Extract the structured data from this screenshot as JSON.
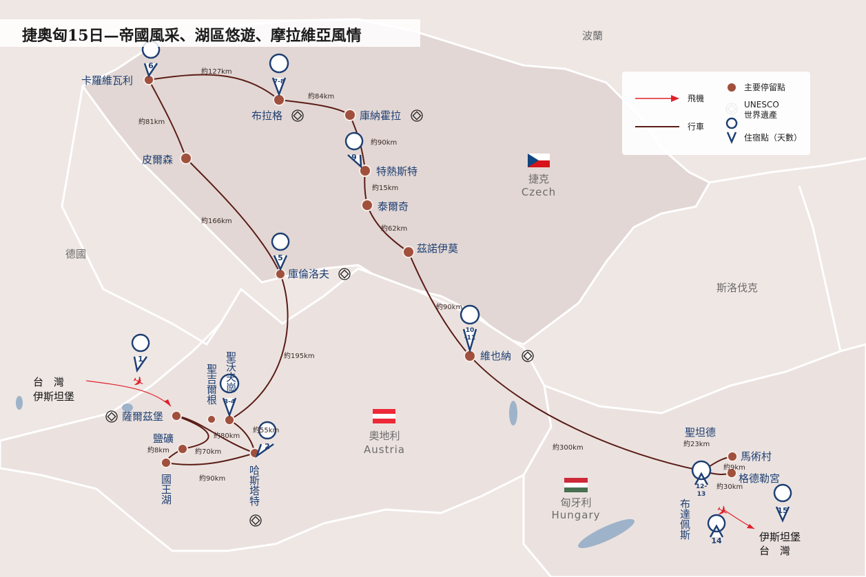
{
  "title": "捷奧匈15日—帝國風采、湖區悠遊、摩拉維亞風情",
  "countries": {
    "poland": "波蘭",
    "germany": "德國",
    "slovakia": "斯洛伐克",
    "czech_zh": "捷克",
    "czech_en": "Czech",
    "austria_zh": "奧地利",
    "austria_en": "Austria",
    "hungary_zh": "匈牙利",
    "hungary_en": "Hungary"
  },
  "cities": {
    "karlovy_vary": "卡羅維瓦利",
    "prague": "布拉格",
    "kutna_hora": "庫納霍拉",
    "plzen": "皮爾森",
    "telc": "特熱斯特",
    "trebic": "泰爾奇",
    "znojmo": "茲諾伊莫",
    "cesky_krumlov": "庫倫洛夫",
    "vienna": "維也納",
    "salzburg": "薩爾茲堡",
    "st_wolfgang": "聖沃夫崗",
    "st_gilgen": "聖吉爾根",
    "salt_mine": "鹽礦",
    "konigssee": "國王湖",
    "hallstatt": "哈斯塔特",
    "szentendre": "聖坦德",
    "horse_village": "馬術村",
    "godollo": "格德勒宮",
    "budapest": "布達佩斯",
    "taiwan_1": "台　灣",
    "istanbul_1": "伊斯坦堡",
    "istanbul_2": "伊斯坦堡",
    "taiwan_2": "台　灣"
  },
  "distances": {
    "d127": "約127km",
    "d84": "約84km",
    "d81": "約81km",
    "d90a": "約90km",
    "d15": "約15km",
    "d62": "約62km",
    "d166": "約166km",
    "d90b": "約90km",
    "d195": "約195km",
    "d55": "約55km",
    "d80": "約80km",
    "d8": "約8km",
    "d70": "約70km",
    "d90c": "約90km",
    "d300": "約300km",
    "d23": "約23km",
    "d9": "約9km",
    "d30": "約30km"
  },
  "pins": {
    "p1": "1",
    "p2": "2",
    "p34": "3-4",
    "p5": "5",
    "p6": "6",
    "p78": "7-8",
    "p9": "9",
    "p1011a": "10",
    "p1011b": "-11",
    "p1213a": "12-",
    "p1213b": "13",
    "p14": "14",
    "p15": "15"
  },
  "legend": {
    "flight": "飛機",
    "drive": "行車",
    "stop": "主要停留點",
    "unesco_1": "UNESCO",
    "unesco_2": "世界遺產",
    "stay": "住宿點（天數）"
  },
  "colors": {
    "land_cz": "#e3d8d6",
    "land_other": "#ece4e2",
    "border": "#ffffff",
    "route": "#5a1c16",
    "stop": "#a0503c",
    "pin": "#1e3f73",
    "flight": "#e0202a",
    "water": "#9eb3c9"
  }
}
